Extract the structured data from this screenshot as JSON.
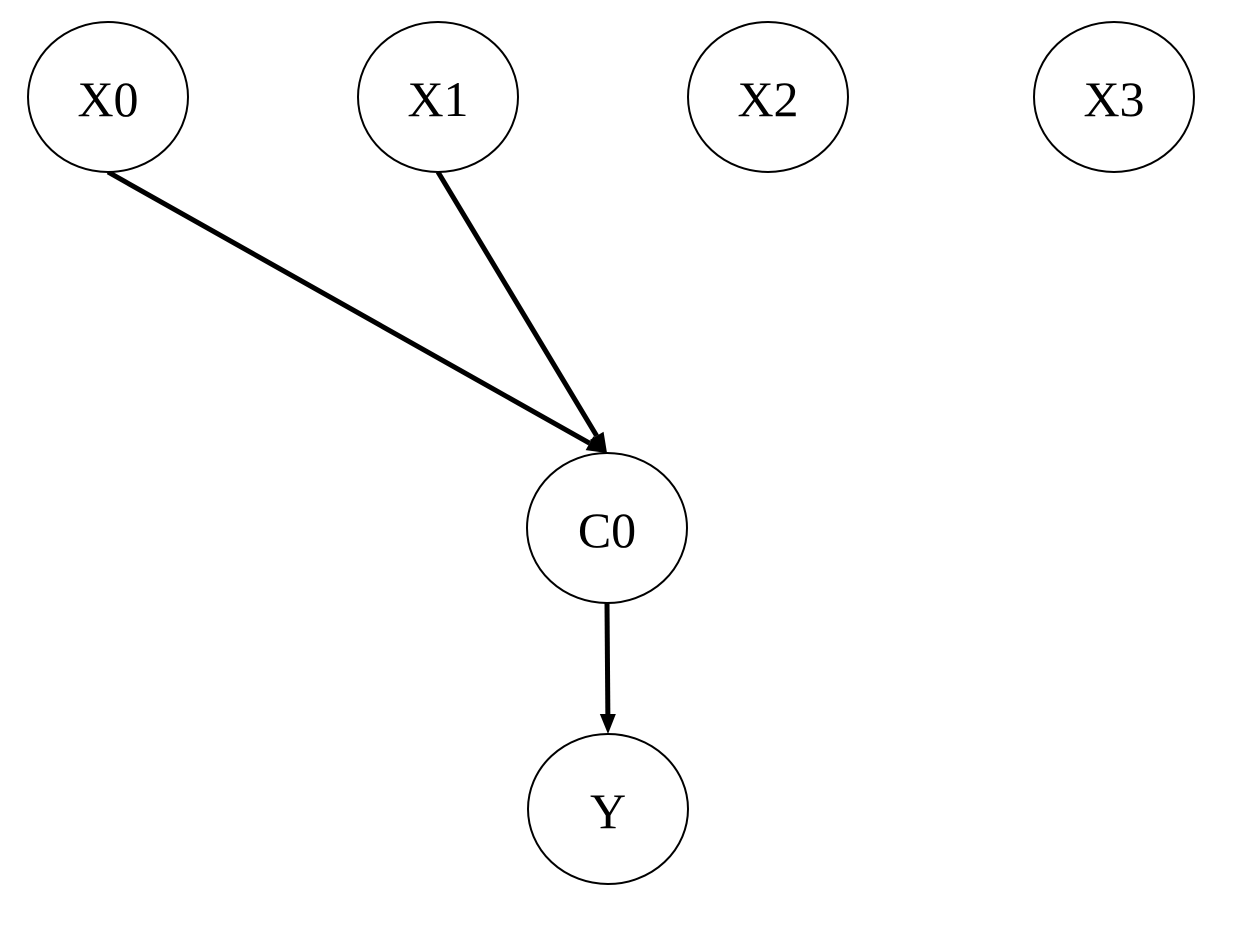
{
  "diagram": {
    "type": "directed-graph",
    "nodes": [
      {
        "id": "X0",
        "label": "X0"
      },
      {
        "id": "X1",
        "label": "X1"
      },
      {
        "id": "X2",
        "label": "X2"
      },
      {
        "id": "X3",
        "label": "X3"
      },
      {
        "id": "C0",
        "label": "C0"
      },
      {
        "id": "Y",
        "label": "Y"
      }
    ],
    "edges": [
      {
        "from": "X0",
        "to": "C0"
      },
      {
        "from": "X1",
        "to": "C0"
      },
      {
        "from": "C0",
        "to": "Y"
      }
    ],
    "colors": {
      "stroke": "#000000",
      "fill": "#ffffff",
      "text": "#000000"
    }
  }
}
